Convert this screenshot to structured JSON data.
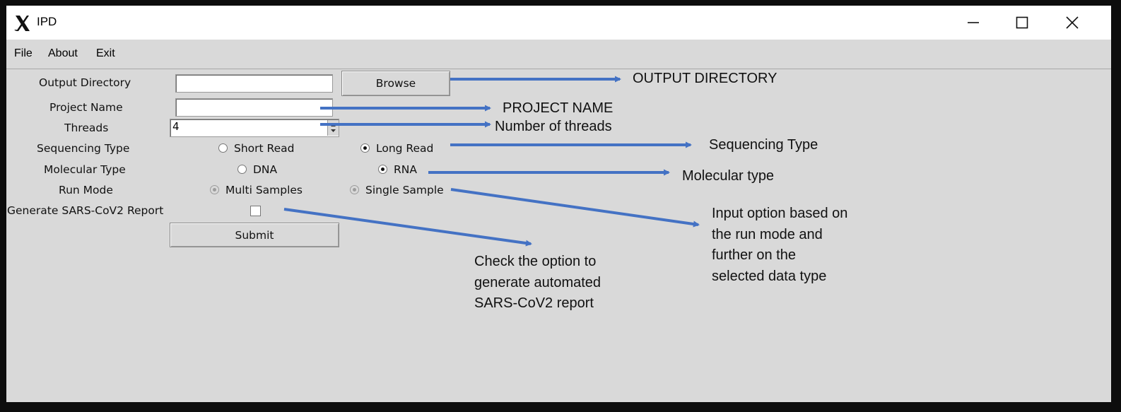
{
  "window": {
    "title": "IPD",
    "controls": {
      "minimize": "minimize-icon",
      "maximize": "maximize-icon",
      "close": "close-icon"
    }
  },
  "menu": [
    "File",
    "About",
    "Exit"
  ],
  "form": {
    "output_directory": {
      "label": "Output Directory",
      "value": "",
      "browse_label": "Browse"
    },
    "project_name": {
      "label": "Project Name",
      "value": ""
    },
    "threads": {
      "label": "Threads",
      "value": "4"
    },
    "sequencing_type": {
      "label": "Sequencing Type",
      "options": [
        "Short Read",
        "Long Read"
      ],
      "selected": "Long Read"
    },
    "molecular_type": {
      "label": "Molecular Type",
      "options": [
        "DNA",
        "RNA"
      ],
      "selected": "RNA"
    },
    "run_mode": {
      "label": "Run Mode",
      "options": [
        "Multi Samples",
        "Single Sample"
      ],
      "disabled": true
    },
    "sars_report": {
      "label": "Generate SARS-CoV2 Report",
      "checked": false
    },
    "submit_label": "Submit"
  },
  "annotations": {
    "output_directory": "OUTPUT DIRECTORY",
    "project_name": "PROJECT NAME",
    "threads": "Number of threads",
    "sequencing_type": "Sequencing Type",
    "molecular_type": "Molecular type",
    "input_option": [
      "Input option based on",
      "the run mode and",
      "further on the",
      "selected data type"
    ],
    "sars_report": [
      "Check the option to",
      "generate automated",
      "SARS-CoV2 report"
    ]
  },
  "colors": {
    "arrow": "#4472c4",
    "window_bg": "#d9d9d9",
    "frame": "#0d0d0d"
  }
}
